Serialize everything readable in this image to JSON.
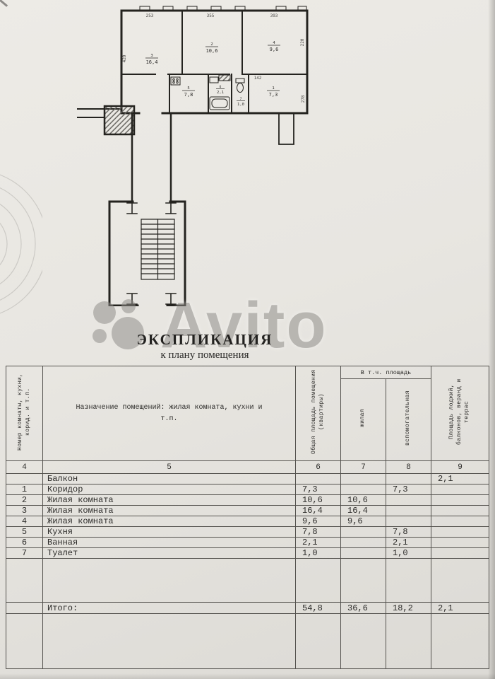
{
  "page": {
    "title": "ЭКСПЛИКАЦИЯ",
    "subtitle": "к плану помещения",
    "watermark": "Avito"
  },
  "colors": {
    "paper": "#e8e6e1",
    "ink": "#2c2b29",
    "table_line": "#54524e",
    "watermark": "#8e8c88"
  },
  "plan": {
    "rooms": [
      {
        "num": "3",
        "area": "16,4"
      },
      {
        "num": "2",
        "area": "10,6"
      },
      {
        "num": "4",
        "area": "9,6"
      },
      {
        "num": "5",
        "area": "7,8"
      },
      {
        "num": "1",
        "area": "7,3"
      },
      {
        "num": "6",
        "area": "2,1"
      },
      {
        "num": "7",
        "area": "1,0"
      }
    ],
    "dims": [
      "253",
      "355",
      "393",
      "420",
      "220",
      "142",
      "278"
    ]
  },
  "table": {
    "header": {
      "col_number": "Номер комнаты, кухни, корид. и т.п.",
      "col_name": "Назначение помещений: жилая комната, кухни и т.п.",
      "col_total": "Общая площадь помещения (квартиры)",
      "col_incl": "В т.ч. площадь",
      "col_living": "жилая",
      "col_aux": "вспомогательная",
      "col_balcony": "Площадь лоджий, балконов, веранд и террас"
    },
    "col_numbers": [
      "4",
      "5",
      "6",
      "7",
      "8",
      "9"
    ],
    "rows": [
      {
        "num": "",
        "name": "Балкон",
        "total": "",
        "living": "",
        "aux": "",
        "balcony": "2,1"
      },
      {
        "num": "1",
        "name": "Коридор",
        "total": "7,3",
        "living": "",
        "aux": "7,3",
        "balcony": ""
      },
      {
        "num": "2",
        "name": "Жилая комната",
        "total": "10,6",
        "living": "10,6",
        "aux": "",
        "balcony": ""
      },
      {
        "num": "3",
        "name": "Жилая комната",
        "total": "16,4",
        "living": "16,4",
        "aux": "",
        "balcony": ""
      },
      {
        "num": "4",
        "name": "Жилая комната",
        "total": "9,6",
        "living": "9,6",
        "aux": "",
        "balcony": ""
      },
      {
        "num": "5",
        "name": "Кухня",
        "total": "7,8",
        "living": "",
        "aux": "7,8",
        "balcony": ""
      },
      {
        "num": "6",
        "name": "Ванная",
        "total": "2,1",
        "living": "",
        "aux": "2,1",
        "balcony": ""
      },
      {
        "num": "7",
        "name": "Туалет",
        "total": "1,0",
        "living": "",
        "aux": "1,0",
        "balcony": ""
      }
    ],
    "total": {
      "name": "Итого:",
      "total": "54,8",
      "living": "36,6",
      "aux": "18,2",
      "balcony": "2,1"
    }
  }
}
